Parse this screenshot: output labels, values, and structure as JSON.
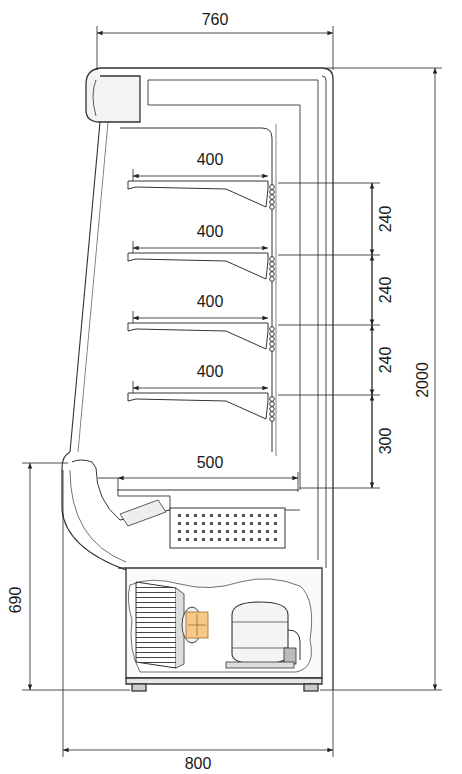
{
  "diagram": {
    "labels": [
      "760",
      "400",
      "400",
      "400",
      "400",
      "240",
      "240",
      "240",
      "300",
      "500",
      "2000",
      "690",
      "800"
    ]
  }
}
